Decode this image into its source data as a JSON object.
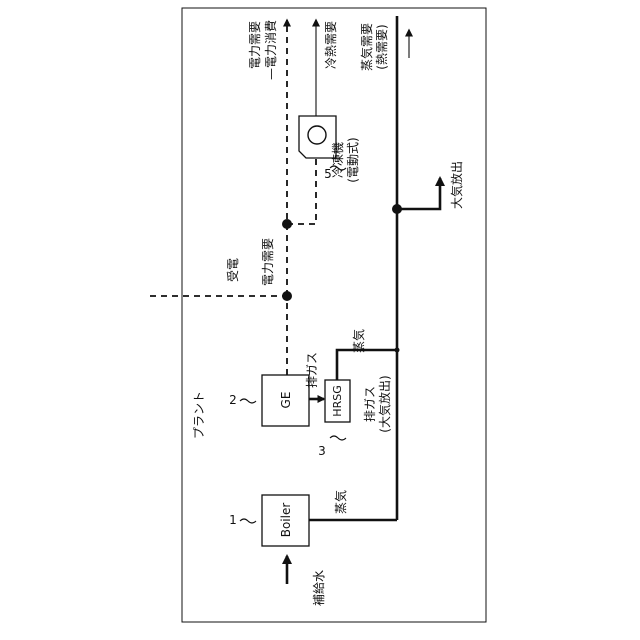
{
  "plant_label": "プラント",
  "boiler": {
    "label": "Boiler",
    "ref": "1"
  },
  "ge": {
    "label": "GE",
    "ref": "2"
  },
  "hrsg": {
    "label": "HRSG",
    "ref": "3"
  },
  "chiller": {
    "ref": "5",
    "label_line1": "冷凍機",
    "label_line2": "(電動式)"
  },
  "labels": {
    "feed_water": "補給水",
    "boiler_steam": "蒸気",
    "exhaust_gas": "排ガス",
    "hrsg_steam": "蒸気",
    "exhaust_release_1": "排ガス",
    "exhaust_release_2": "(大気放出)",
    "power_receive": "受電",
    "power_demand": "電力需要",
    "elec_demand_top": "電力需要",
    "elec_consumption_top": "—電力消費",
    "cooling_demand": "冷熱需要",
    "steam_demand_1": "蒸気需要",
    "steam_demand_2": "(熱需要)",
    "atmospheric_release": "大気放出"
  }
}
